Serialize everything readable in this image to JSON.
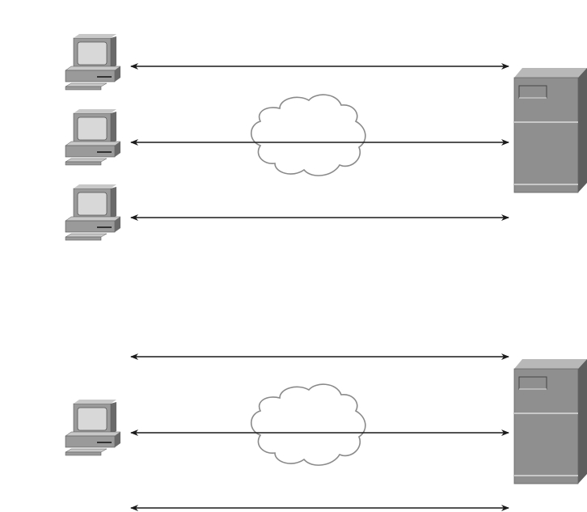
{
  "diagram": {
    "panels": [
      {
        "name": "top",
        "clients": 3,
        "server": 1,
        "cloud": 1,
        "connections": 3
      },
      {
        "name": "bottom",
        "clients": 1,
        "server": 1,
        "cloud": 1,
        "connections": 3
      }
    ],
    "icons": {
      "client": "desktop-computer-icon",
      "server": "server-tower-icon",
      "network": "cloud-icon"
    },
    "colors": {
      "background": "#ffffff",
      "line": "#1a1a1a",
      "computer_body": "#9a9a9a",
      "computer_light": "#c8c8c8",
      "computer_dark": "#6a6a6a",
      "screen": "#d8d8d8",
      "server_front": "#8f8f8f",
      "server_top": "#b8b8b8",
      "server_side": "#5e5e5e",
      "cloud_stroke": "#8a8a8a"
    }
  }
}
